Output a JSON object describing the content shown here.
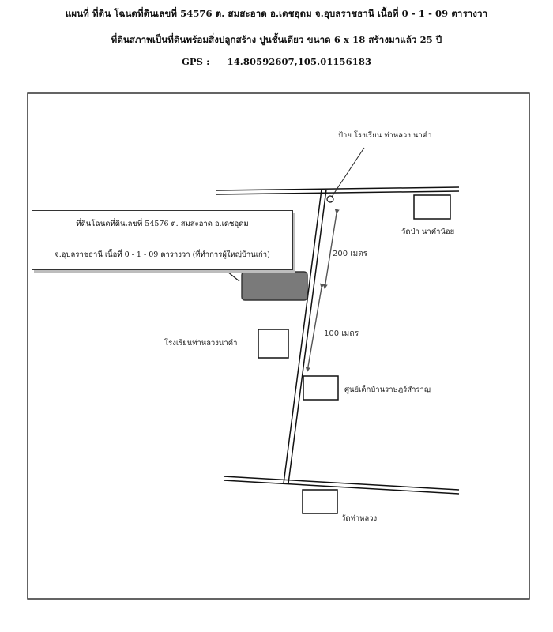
{
  "header": {
    "line1": "แผนที่ ที่ดิน โฉนดที่ดินเลขที่ 54576  ต. สมสะอาด   อ.เดชอุดม   จ.อุบลราชธานี  เนื้อที่ 0 - 1 - 09 ตารางวา",
    "line2": "ที่ดินสภาพเป็นที่ดินพร้อมสิ่งปลูกสร้าง ปูนชั้นเดียว ขนาด 6 x 18 สร้างมาแล้ว 25 ปี",
    "gps_label": "GPS :",
    "gps_value": "14.80592607,105.01156183"
  },
  "map": {
    "sign_label": "ป้าย โรงเรียน ท่าหลวง นาคำ",
    "temple_top_label": "วัดป่า นาคำน้อย",
    "school_label": "โรงเรียนท่าหลวงนาคำ",
    "child_center_label": "ศูนย์เด็กบ้านราษฎร์สำราญ",
    "temple_bottom_label": "วัดท่าหลวง",
    "distance_200": "200 เมตร",
    "distance_100": "100 เมตร",
    "callout_line1": "ที่ดินโฉนดที่ดินเลขที่ 54576  ต. สมสะอาด   อ.เดชอุดม",
    "callout_line2": "จ.อุบลราชธานี  เนื้อที่ 0 - 1 - 09 ตารางวา (ที่ทำการผู้ใหญ่บ้านเก่า)",
    "colors": {
      "parcel_fill": "#7a7a7a",
      "road_stroke": "#111111",
      "frame_stroke": "#222222"
    }
  }
}
